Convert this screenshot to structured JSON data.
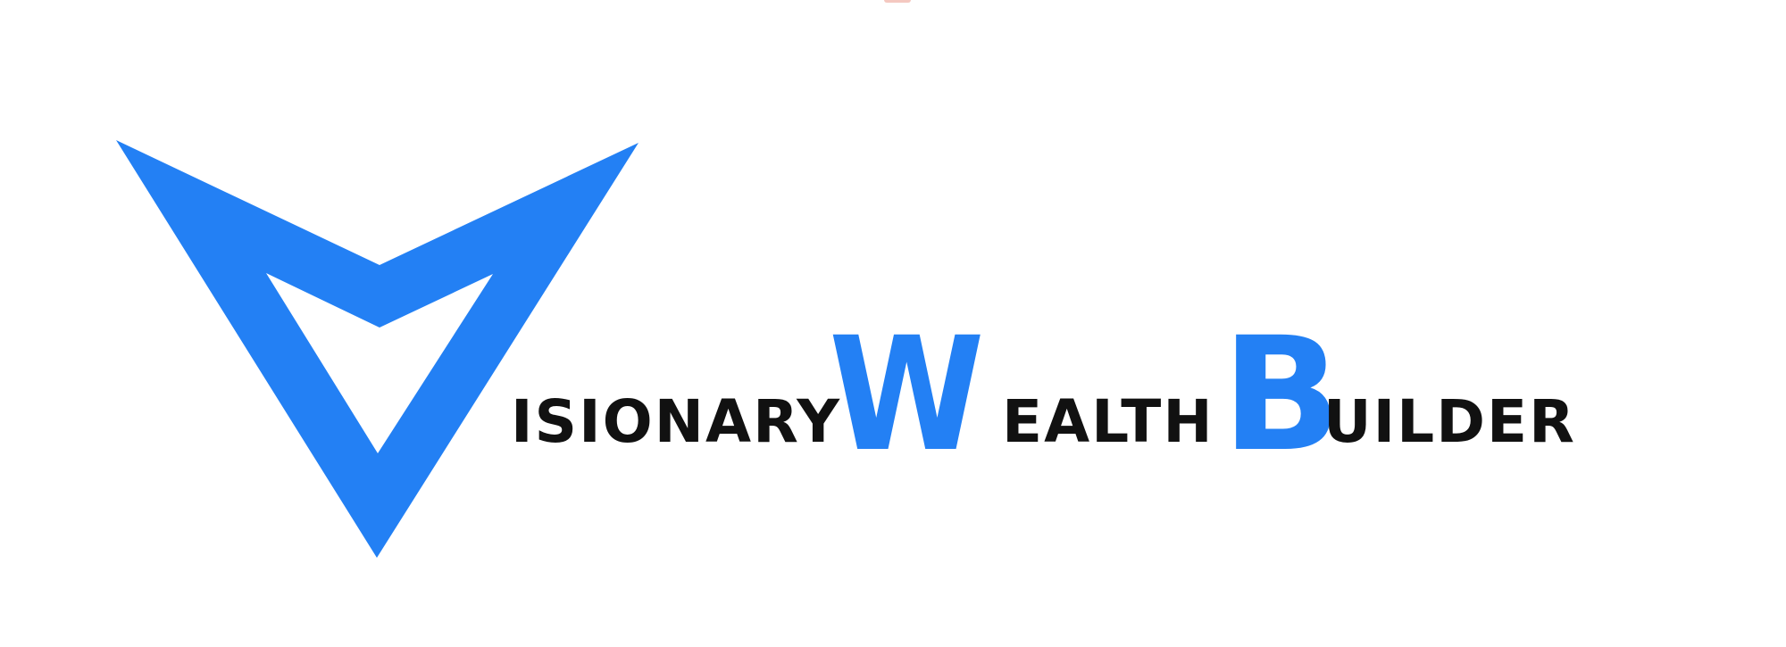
{
  "brand": {
    "name_part_1_rest": "ISIONARY",
    "name_part_2_initial": "W",
    "name_part_2_rest": "EALTH",
    "name_part_3_initial": "B",
    "name_part_3_rest": "UILDER",
    "logo_mark": "v-chevron-logo",
    "accent_color": "#2380f4",
    "text_color": "#111111",
    "background": "#ffffff"
  }
}
